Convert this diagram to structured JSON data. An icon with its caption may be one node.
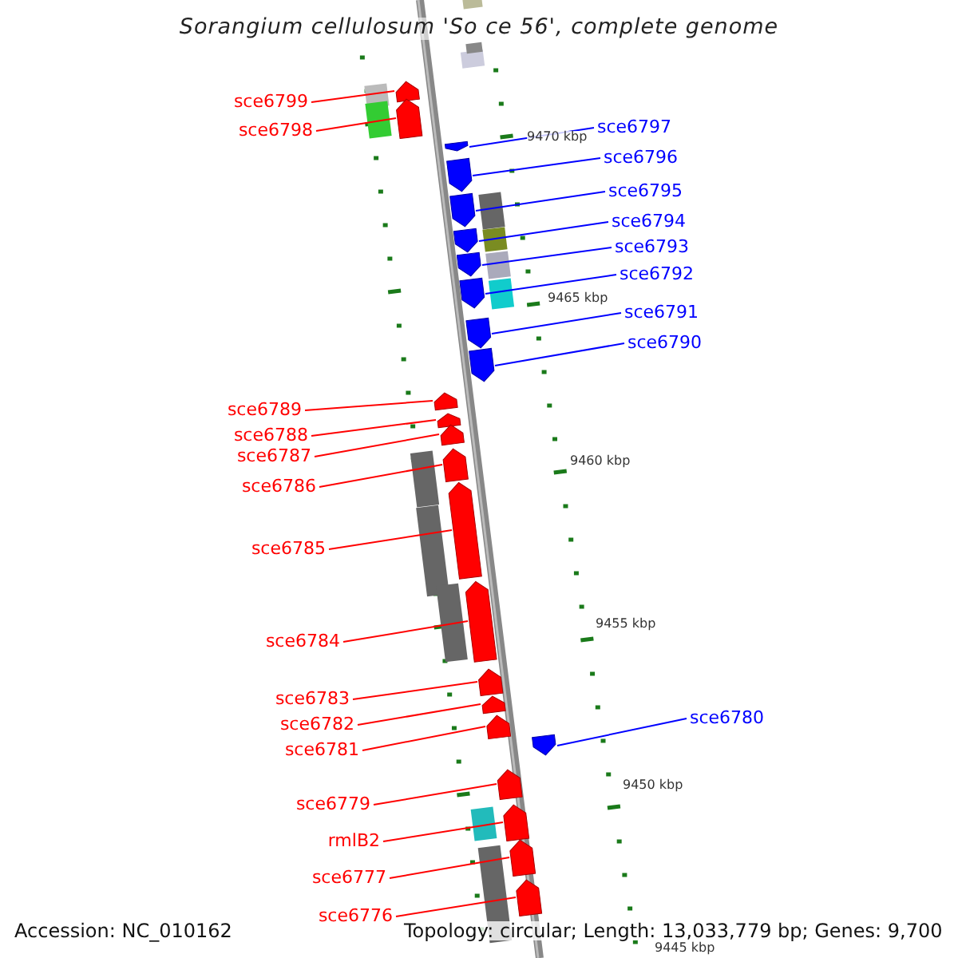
{
  "diagram": {
    "title": "Sorangium cellulosum 'So ce 56', complete genome",
    "nodes": [
      {
        "text": [
          "sce6799"
        ]
      },
      {
        "text": [],
        "shape": "arrow"
      },
      {
        "text": [
          "sce6798"
        ]
      },
      {
        "text": [],
        "shape": "arrow"
      },
      {
        "text": [
          "sce6797"
        ]
      },
      {
        "text": [],
        "shape": "arrow"
      },
      {
        "text": [
          "sce6796"
        ]
      },
      {
        "text": [],
        "shape": "arrow"
      },
      {
        "text": [
          "sce6795"
        ]
      },
      {
        "text": [],
        "shape": "arrow"
      },
      {
        "text": [
          "sce6794"
        ]
      },
      {
        "text": [],
        "shape": "arrow"
      },
      {
        "text": [
          "sce6793"
        ]
      },
      {
        "text": [],
        "shape": "arrow"
      },
      {
        "text": [
          "sce6792"
        ]
      },
      {
        "text": [],
        "shape": "arrow"
      },
      {
        "text": [
          "sce6791"
        ]
      },
      {
        "text": [],
        "shape": "arrow"
      },
      {
        "text": [
          "sce6790"
        ]
      },
      {
        "text": [],
        "shape": "arrow"
      },
      {
        "text": [
          "sce6789"
        ]
      },
      {
        "text": [],
        "shape": "arrow"
      },
      {
        "text": [
          "sce6788"
        ]
      },
      {
        "text": [],
        "shape": "arrow"
      },
      {
        "text": [
          "sce6787"
        ]
      },
      {
        "text": [],
        "shape": "arrow"
      },
      {
        "text": [
          "sce6786"
        ]
      },
      {
        "text": [],
        "shape": "arrow"
      },
      {
        "text": [
          "sce6785"
        ]
      },
      {
        "text": [],
        "shape": "arrow"
      },
      {
        "text": [
          "sce6784"
        ]
      },
      {
        "text": [],
        "shape": "arrow"
      },
      {
        "text": [
          "sce6783"
        ]
      },
      {
        "text": [],
        "shape": "arrow"
      },
      {
        "text": [
          "sce6782"
        ]
      },
      {
        "text": [],
        "shape": "arrow"
      },
      {
        "text": [
          "sce6780"
        ]
      },
      {
        "text": [],
        "shape": "arrow"
      },
      {
        "text": [
          "sce6781"
        ]
      },
      {
        "text": [],
        "shape": "arrow"
      },
      {
        "text": [
          "sce6779"
        ]
      },
      {
        "text": [],
        "shape": "arrow"
      },
      {
        "text": [
          "rmlB2"
        ]
      },
      {
        "text": [],
        "shape": "arrow"
      },
      {
        "text": [
          "sce6777"
        ]
      },
      {
        "text": [],
        "shape": "arrow"
      },
      {
        "text": [
          "sce6776"
        ]
      },
      {
        "text": [],
        "shape": "arrow"
      }
    ],
    "edges": [
      {
        "from": 0,
        "to": 1,
        "arrow": "none"
      },
      {
        "from": 2,
        "to": 3,
        "arrow": "none"
      },
      {
        "from": 4,
        "to": 5,
        "arrow": "none",
        "color": "#0000ff"
      },
      {
        "from": 6,
        "to": 7,
        "arrow": "none",
        "color": "#0000ff"
      },
      {
        "from": 8,
        "to": 9,
        "arrow": "none",
        "color": "#0000ff"
      },
      {
        "from": 10,
        "to": 11,
        "arrow": "none",
        "color": "#0000ff"
      },
      {
        "from": 12,
        "to": 13,
        "arrow": "none",
        "color": "#0000ff"
      },
      {
        "from": 14,
        "to": 15,
        "arrow": "none",
        "color": "#0000ff"
      },
      {
        "from": 16,
        "to": 17,
        "arrow": "none",
        "color": "#0000ff"
      },
      {
        "from": 18,
        "to": 19,
        "arrow": "none",
        "color": "#0000ff"
      },
      {
        "from": 20,
        "to": 21,
        "arrow": "none"
      },
      {
        "from": 22,
        "to": 23,
        "arrow": "none"
      },
      {
        "from": 24,
        "to": 25,
        "arrow": "none"
      },
      {
        "from": 26,
        "to": 27,
        "arrow": "none"
      },
      {
        "from": 28,
        "to": 29,
        "arrow": "none"
      },
      {
        "from": 30,
        "to": 31,
        "arrow": "none"
      },
      {
        "from": 32,
        "to": 33,
        "arrow": "none"
      },
      {
        "from": 34,
        "to": 35,
        "arrow": "none"
      },
      {
        "from": 36,
        "to": 37,
        "arrow": "none",
        "color": "#0000ff"
      },
      {
        "from": 38,
        "to": 39,
        "arrow": "none"
      },
      {
        "from": 40,
        "to": 41,
        "arrow": "none"
      },
      {
        "from": 42,
        "to": 43,
        "arrow": "none"
      },
      {
        "from": 44,
        "to": 45,
        "arrow": "none"
      },
      {
        "from": 46,
        "to": 47,
        "arrow": "none"
      }
    ],
    "labels": [
      "9470 kbp",
      "9465 kbp",
      "9460 kbp",
      "9455 kbp",
      "9450 kbp",
      "9445 kbp",
      "Accession: NC_010162",
      "Topology: circular; Length: 13,033,779 bp; Genes: 9,700"
    ]
  }
}
